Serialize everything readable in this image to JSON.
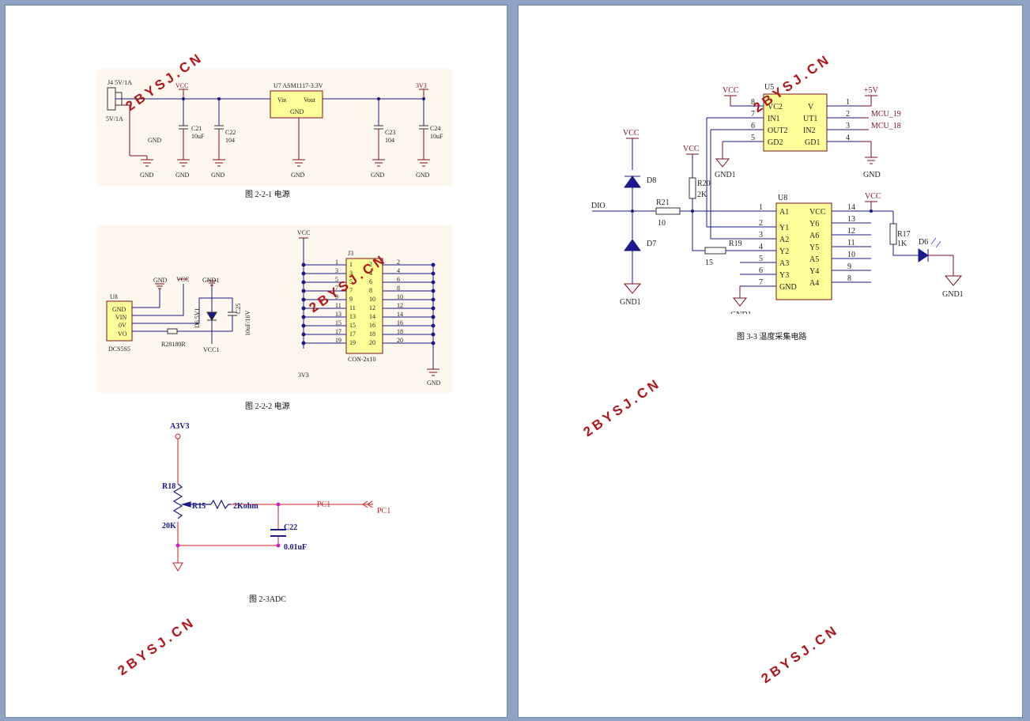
{
  "captions": {
    "fig_2_2_1": "图 2-2-1 电源",
    "fig_2_2_2": "图 2-2-2 电源",
    "fig_2_3": "图 2-3ADC",
    "fig_3_3": "图 3-3 温度采集电路"
  },
  "watermark": "2BYSJ.CN",
  "power1": {
    "jack": "J4 5V/1A",
    "jack_label": "5V/1A",
    "vcc": "VCC",
    "gnd": "GND",
    "reg": "U7  ASM1117-3.3V",
    "vin": "Vin",
    "vout": "Vout",
    "out": "3V3",
    "c21": "C21",
    "c21v": "10uF",
    "c22": "C22",
    "c22v": "104",
    "c23": "C23",
    "c23v": "104",
    "c24": "C24",
    "c24v": "10uF"
  },
  "power2": {
    "u8": "U8",
    "dc_model": "DCS5S5",
    "pins": [
      "GND",
      "VIN",
      "0V",
      "VO"
    ],
    "gnd": "GND",
    "vcc": "VCC",
    "gnd1": "GND1",
    "vcc1": "VCC1",
    "r28": "R28180R",
    "d6": "D6  5V1",
    "c25": "C25",
    "c25v": "10uF/16V",
    "j3": "J3",
    "j3_model": "CON-2x10",
    "v3v3": "3V3",
    "left_pins": [
      "1",
      "3",
      "5",
      "7",
      "9",
      "11",
      "13",
      "15",
      "17",
      "19"
    ],
    "right_pins": [
      "2",
      "4",
      "6",
      "8",
      "10",
      "12",
      "14",
      "16",
      "18",
      "20"
    ]
  },
  "adc": {
    "a3v3": "A3V3",
    "r18": "R18",
    "r18v": "20K",
    "r15": "R15",
    "r15v": "2Kohm",
    "c22": "C22",
    "c22v": "0.01uF",
    "pc1": "PC1"
  },
  "temp": {
    "vcc": "VCC",
    "u5": "U5",
    "p5v": "+5V",
    "gnd": "GND",
    "gnd1": "GND1",
    "u5_left": [
      "VC2",
      "IN1",
      "OUT2",
      "GD2"
    ],
    "u5_left_pins": [
      "8",
      "7",
      "6",
      "5"
    ],
    "u5_right": [
      "V",
      "UT1",
      "IN2",
      "GD1"
    ],
    "u5_right_pins": [
      "1",
      "2",
      "3",
      "4"
    ],
    "mcu19": "MCU_19",
    "mcu18": "MCU_18",
    "d8": "D8",
    "d7": "D7",
    "dio": "DIO",
    "r21": "R21",
    "r21v": "10",
    "r20": "R20",
    "r20v": "2K",
    "r19": "R19",
    "r19v": "15",
    "u8": "U8",
    "u8_left": [
      "A1",
      "Y1",
      "A2",
      "Y2",
      "A3",
      "Y3",
      "GND"
    ],
    "u8_left_pins": [
      "1",
      "2",
      "3",
      "4",
      "5",
      "6",
      "7"
    ],
    "u8_right": [
      "VCC",
      "Y6",
      "A6",
      "Y5",
      "A5",
      "Y4",
      "A4"
    ],
    "u8_right_pins": [
      "14",
      "13",
      "12",
      "11",
      "10",
      "9",
      "8"
    ],
    "r17": "R17",
    "r17v": "1K",
    "d6": "D6"
  }
}
